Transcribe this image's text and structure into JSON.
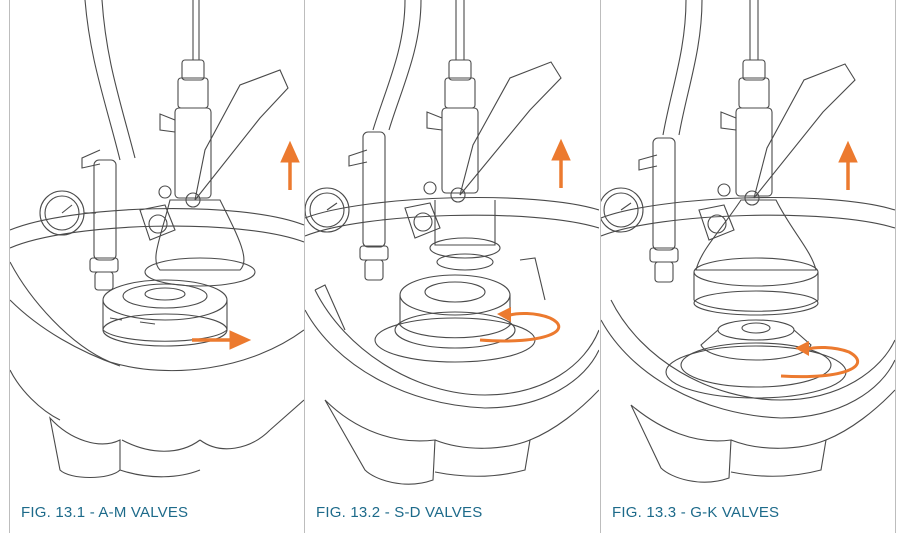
{
  "colors": {
    "line": "#4a4a4a",
    "arrow": "#ec7a2f",
    "caption": "#1d6a8a",
    "divider": "#bdbdbd"
  },
  "figures": [
    {
      "caption": "FIG. 13.1 - A-M VALVES",
      "arrow_icon": "arrow-up-icon",
      "rotate_icon": "arrow-right-icon"
    },
    {
      "caption": "FIG. 13.2 - S-D VALVES",
      "arrow_icon": "arrow-up-icon",
      "rotate_icon": "rotate-arrow-icon"
    },
    {
      "caption": "FIG. 13.3 - G-K VALVES",
      "arrow_icon": "arrow-up-icon",
      "rotate_icon": "rotate-arrow-icon"
    }
  ]
}
